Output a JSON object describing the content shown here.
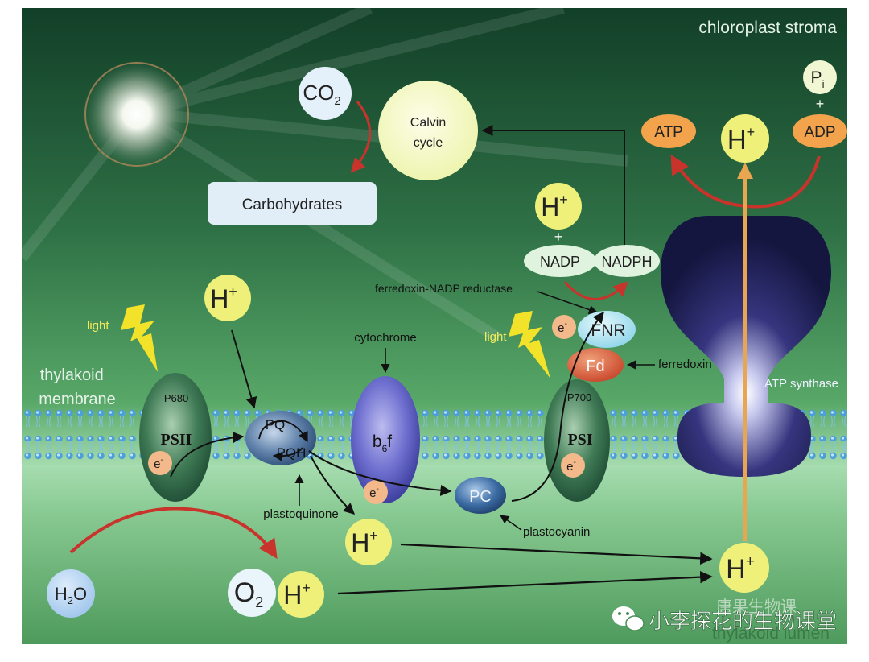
{
  "stroma_label": "chloroplast stroma",
  "lumen_label": "thylakoid lumen",
  "membrane_label": [
    "thylakoid",
    "membrane"
  ],
  "light_label": "light",
  "calvin": {
    "line1": "Calvin",
    "line2": "cycle"
  },
  "co2": {
    "main": "CO",
    "sub": "2"
  },
  "carbohydrates": "Carbohydrates",
  "h_plus": {
    "main": "H",
    "sup": "+"
  },
  "plus_sign": "+",
  "nadp": "NADP",
  "nadph": "NADPH",
  "atp": "ATP",
  "adp": "ADP",
  "pi": {
    "main": "P",
    "sub": "i"
  },
  "fnr_caption": "ferredoxin-NADP reductase",
  "fnr": "FNR",
  "fd": "Fd",
  "fd_caption": "ferredoxin",
  "cytochrome_caption": "cytochrome",
  "b6f": {
    "main": "b",
    "sub": "6",
    "tail": "f"
  },
  "psii": {
    "code": "P680",
    "name": "PSII"
  },
  "psi": {
    "code": "P700",
    "name": "PSI"
  },
  "electron": {
    "main": "e",
    "sup": "-"
  },
  "pq": "PQ",
  "pqh": "PQH",
  "plastoquinone": "plastoquinone",
  "pc": "PC",
  "plastocyanin": "plastocyanin",
  "atp_synthase": "ATP synthase",
  "h2o": {
    "main": "H",
    "sub": "2",
    "tail": "O"
  },
  "o2": {
    "main": "O",
    "sub": "2"
  },
  "watermark_top": "唐果生物课",
  "watermark": "小李探花的生物课堂",
  "colors": {
    "stroma_dark": "#17482f",
    "stroma_mid": "#3f8a55",
    "lumen": "#8fd39a",
    "h_plus_fill": "#eef07a",
    "atp_fill": "#f2a34c",
    "fd_fill": "#d85434",
    "fnr_fill": "#a9e2ef",
    "red_arrow": "#c8342c",
    "orange_arrow": "#e8a650"
  }
}
